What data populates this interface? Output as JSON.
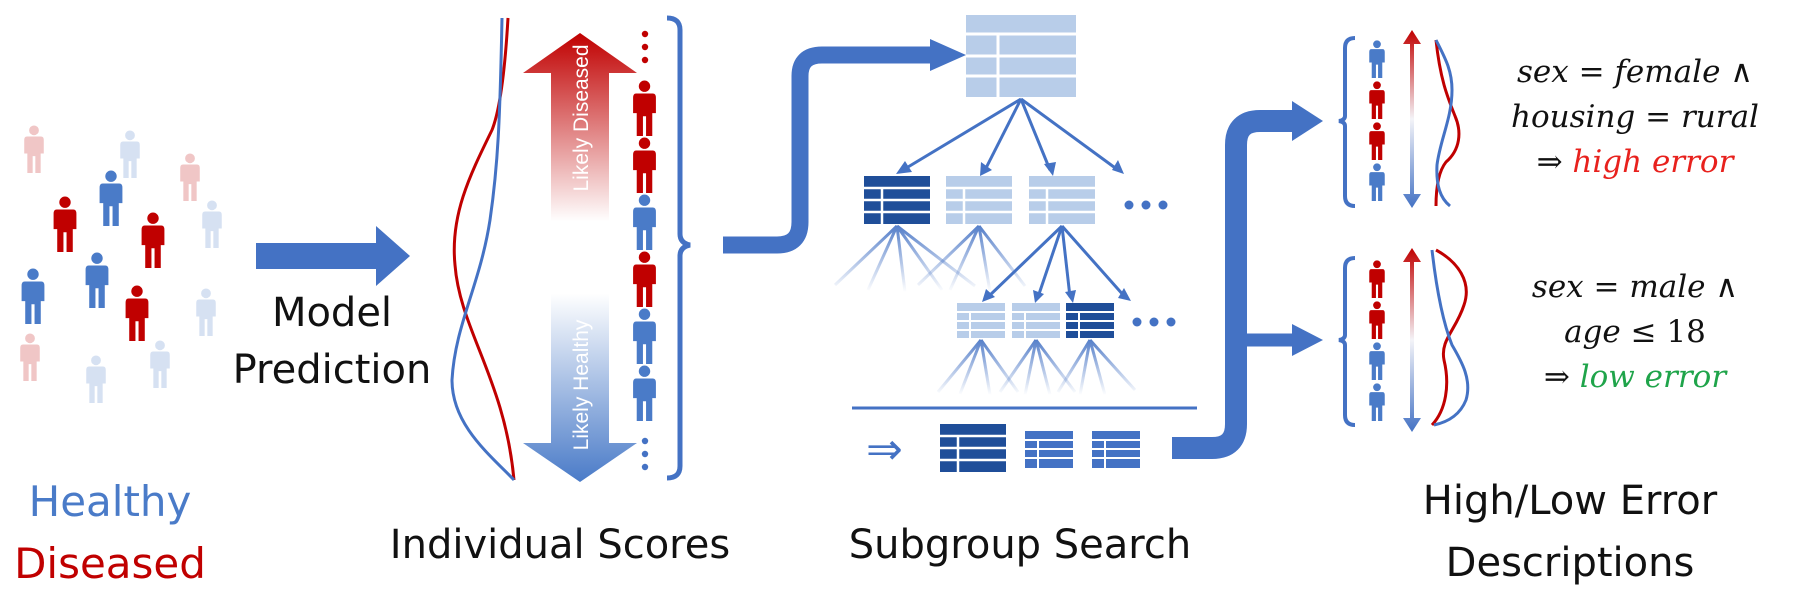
{
  "colors": {
    "healthy": "#4a7bc8",
    "diseased": "#c00000",
    "arrow": "#4472c4",
    "table_dark": "#1f4e99",
    "table_light": "#b8cde9",
    "high_error": "#e8211d",
    "low_error": "#1fa44a"
  },
  "legend": {
    "healthy": "Healthy",
    "diseased": "Diseased"
  },
  "step1": {
    "line1": "Model",
    "line2": "Prediction"
  },
  "step2": {
    "label": "Individual Scores",
    "arrow_top_text": "Likely Diseased",
    "arrow_bottom_text": "Likely Healthy",
    "people": [
      "diseased",
      "diseased",
      "healthy",
      "diseased",
      "healthy",
      "healthy"
    ]
  },
  "step3": {
    "label": "Subgroup Search",
    "implies": "⇒"
  },
  "step4": {
    "line1": "High/Low Error",
    "line2": "Descriptions",
    "high_people": [
      "healthy",
      "diseased",
      "diseased",
      "healthy"
    ],
    "low_people": [
      "diseased",
      "diseased",
      "healthy",
      "healthy"
    ],
    "high_rule": {
      "part1_a": "sex",
      "eq": "=",
      "part1_b": "female",
      "and": "∧",
      "part2_a": "housing",
      "part2_b": "rural",
      "implies": "⇒",
      "result": "high error"
    },
    "low_rule": {
      "part1_a": "sex",
      "eq": "=",
      "part1_b": "male",
      "and": "∧",
      "part2_a": "age",
      "leq": "≤",
      "part2_b": "18",
      "implies": "⇒",
      "result": "low error"
    }
  }
}
